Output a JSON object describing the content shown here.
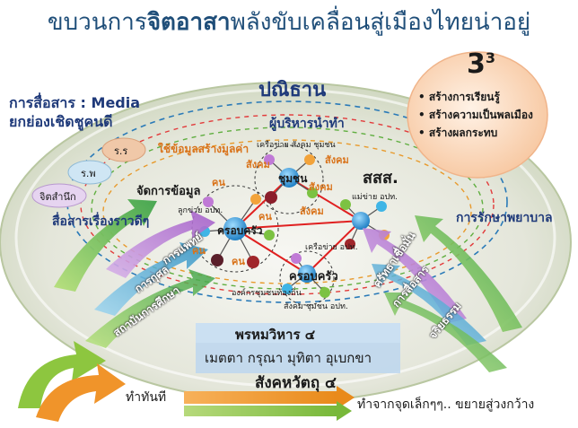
{
  "title": {
    "prefix": "ขบวนการ",
    "highlight": "จิตอาสา",
    "suffix": "พลังขับเคลื่อนสู่เมืองไทยน่าอยู่"
  },
  "top_label": "ปณิธาน",
  "media": {
    "line1": "การสื่อสาร : Media",
    "line2": "ยกย่องเชิดชูคนดี"
  },
  "orgs": [
    "ร.ร",
    "ร.พ",
    "จิตสำนึก"
  ],
  "story_label": "สื่อสารเรื่องราวดีๆ",
  "value_label": "ใช้ข้อมูลสร้างมูลค่า",
  "manage_label": "จัดการข้อมูล",
  "exec_label": "ผู้บริหารนำทำ",
  "ssos_label": "สสส.",
  "care_label": "การรักษาพยาบาล",
  "nodes": {
    "family": "ครอบครัว",
    "community": "ชุมชน",
    "family2": "ครอบครัว"
  },
  "network_labels": [
    "เครือข่าย สังคม ชุมชน",
    "ลูกข่าย อปท.",
    "แม่ข่าย อปท.",
    "เครือข่าย อปท.",
    "องค์กรชุมชนท้องถิ่น",
    "สังคม ชุมชน อปท."
  ],
  "khon_labels": [
    "คน",
    "คน",
    "คน",
    "คน"
  ],
  "sangkhom_labels": [
    "สังคม",
    "สังคม",
    "สังคม",
    "สังคม"
  ],
  "three": {
    "base": "3",
    "sup": "3",
    "items": [
      "สร้างการเรียนรู้",
      "สร้างความเป็นพลเมือง",
      "สร้างผลกระทบ"
    ]
  },
  "arrows": [
    "การแพทย์",
    "การกุศล",
    "สถาบันการศึกษา",
    "ศรัทธาเชื่อมั่น",
    "การสื่อสาร",
    "จริยธรรม"
  ],
  "virtue1": "พรหมวิหาร ๔",
  "virtue2": "เมตตา กรุณา มุทิตา อุเบกขา",
  "virtue3": "สังคหวัตถุ ๔",
  "now_label": "ทำทันที",
  "expand_label": "ทำจากจุดเล็กๆๆ.. ขยายสู่วงกว้าง",
  "colors": {
    "title": "#1f4e79",
    "orange": "#d9731a",
    "green": "#7cc242",
    "arrow_orange": "#f0942a"
  }
}
